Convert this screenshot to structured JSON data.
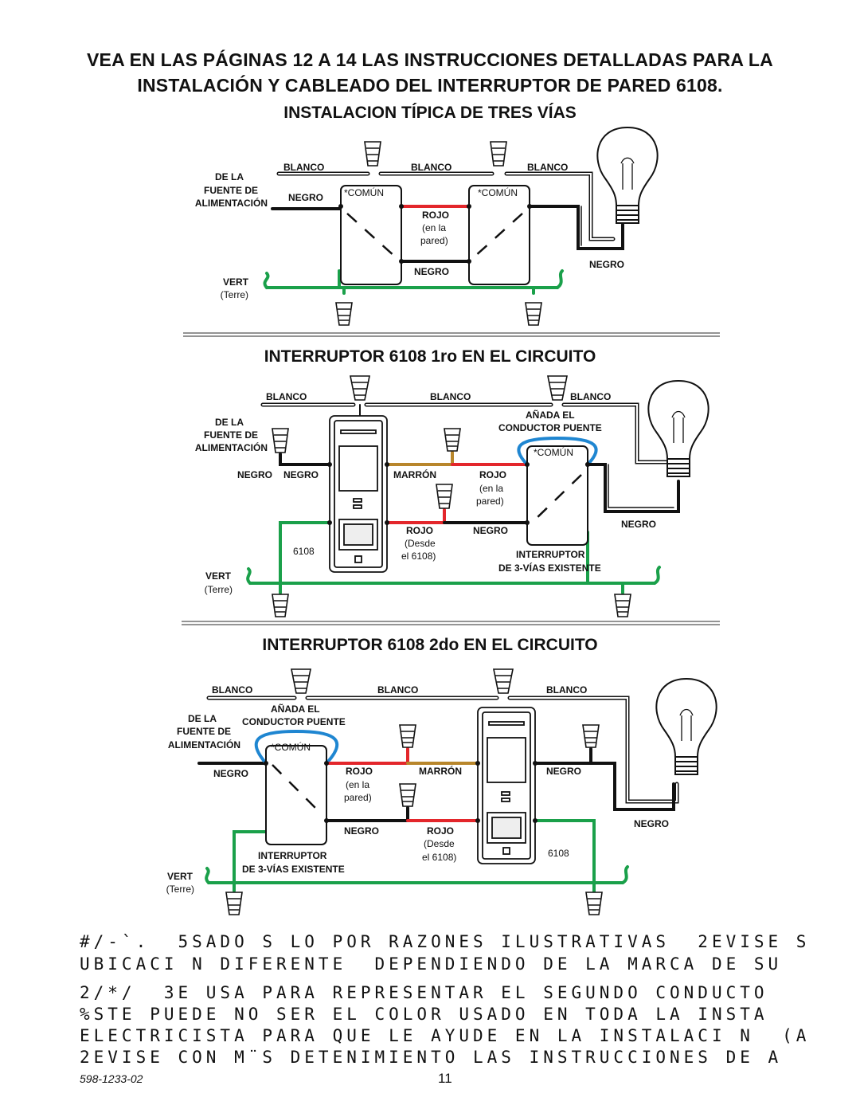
{
  "header": {
    "line1": "VEA EN LAS PÁGINAS 12 A 14 LAS INSTRUCCIONES DETALLADAS PARA LA",
    "line2": "INSTALACIÓN Y CABLEADO DEL INTERRUPTOR DE PARED 6108."
  },
  "diagrams": {
    "d1": {
      "title": "INSTALACION TÍPICA DE TRES VÍAS",
      "blanco1": "BLANCO",
      "blanco2": "BLANCO",
      "blanco3": "BLANCO",
      "source_l1": "DE LA",
      "source_l2": "FUENTE DE",
      "source_l3": "ALIMENTACIÓN",
      "negro_in": "NEGRO",
      "comun1": "*COMÚN",
      "comun2": "*COMÚN",
      "rojo": "ROJO",
      "rojo_sub1": "(en la",
      "rojo_sub2": "pared)",
      "negro_mid": "NEGRO",
      "negro_lamp": "NEGRO",
      "vert": "VERT",
      "terre": "(Terre)"
    },
    "d2": {
      "title": "INTERRUPTOR 6108 1ro EN EL CIRCUITO",
      "blanco1": "BLANCO",
      "blanco2": "BLANCO",
      "blanco3": "BLANCO",
      "source_l1": "DE LA",
      "source_l2": "FUENTE DE",
      "source_l3": "ALIMENTACIÓN",
      "negro_a": "NEGRO",
      "negro_b": "NEGRO",
      "marron": "MARRÓN",
      "rojo": "ROJO",
      "rojo_sub1": "(en la",
      "rojo_sub2": "pared)",
      "anada1": "AÑADA EL",
      "anada2": "CONDUCTOR PUENTE",
      "comun": "*COMÚN",
      "rojo_desde": "ROJO",
      "desde1": "(Desde",
      "desde2": "el 6108)",
      "negro_mid": "NEGRO",
      "negro_lamp": "NEGRO",
      "label_6108": "6108",
      "interruptor1": "INTERRUPTOR",
      "interruptor2": "DE 3-VÍAS EXISTENTE",
      "vert": "VERT",
      "terre": "(Terre)"
    },
    "d3": {
      "title": "INTERRUPTOR 6108 2do EN EL CIRCUITO",
      "blanco1": "BLANCO",
      "blanco2": "BLANCO",
      "blanco3": "BLANCO",
      "anada1": "AÑADA EL",
      "anada2": "CONDUCTOR PUENTE",
      "source_l1": "DE LA",
      "source_l2": "FUENTE DE",
      "source_l3": "ALIMENTACIÓN",
      "comun": "*COMÚN",
      "negro_in": "NEGRO",
      "rojo": "ROJO",
      "rojo_sub1": "(en la",
      "rojo_sub2": "pared)",
      "marron": "MARRÓN",
      "negro_6108": "NEGRO",
      "negro_mid": "NEGRO",
      "rojo_desde": "ROJO",
      "desde1": "(Desde",
      "desde2": "el 6108)",
      "negro_lamp": "NEGRO",
      "label_6108": "6108",
      "interruptor1": "INTERRUPTOR",
      "interruptor2": "DE 3-VÍAS EXISTENTE",
      "vert": "VERT",
      "terre": "(Terre)"
    }
  },
  "footer": {
    "line1": "#/-`.  5SADO S LO POR RAZONES ILUSTRATIVAS  2EVISE S",
    "line2": "UBICACI N DIFERENTE  DEPENDIENDO DE LA MARCA DE SU",
    "line3": "2/*/  3E USA PARA REPRESENTAR EL SEGUNDO CONDUCTO",
    "line4": "%STE PUEDE NO SER EL COLOR USADO EN TODA LA INSTA",
    "line5": "ELECTRICISTA PARA QUE LE AYUDE EN LA INSTALACI N  (A",
    "line6": "2EVISE CON M¨S DETENIMIENTO LAS INSTRUCCIONES DE A",
    "doc_number": "598-1233-02",
    "page_number": "11"
  },
  "colors": {
    "red": "#e3262b",
    "green": "#1aa04a",
    "brown": "#b8862b",
    "blue": "#1f86d1",
    "black": "#111111"
  }
}
